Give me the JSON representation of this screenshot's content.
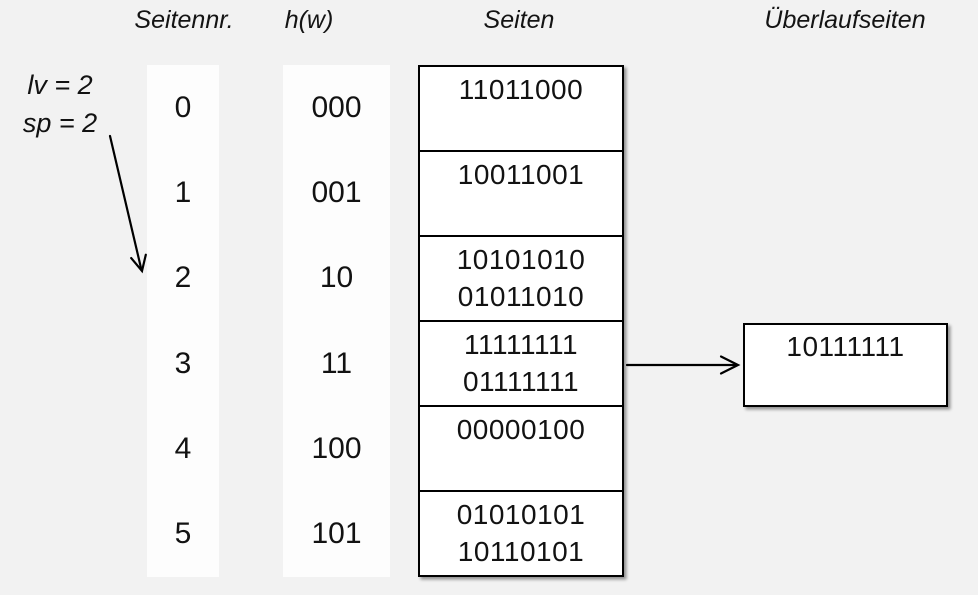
{
  "palette": {
    "background": "#f2f2f2",
    "column_background": "#fdfdfd",
    "box_background": "#ffffff",
    "line_color": "#000000",
    "text_color": "#121212"
  },
  "headers": {
    "seitennr": "Seitennr.",
    "hw": "h(w)",
    "seiten": "Seiten",
    "ueberlaufseiten": "Überlaufseiten"
  },
  "annotation": {
    "line1": "lv = 2",
    "line2": "sp = 2"
  },
  "rows": [
    {
      "nr": "0",
      "hash": "000",
      "entries": [
        "11011000"
      ]
    },
    {
      "nr": "1",
      "hash": "001",
      "entries": [
        "10011001"
      ]
    },
    {
      "nr": "2",
      "hash": "10",
      "entries": [
        "10101010",
        "01011010"
      ]
    },
    {
      "nr": "3",
      "hash": "11",
      "entries": [
        "11111111",
        "01111111"
      ]
    },
    {
      "nr": "4",
      "hash": "100",
      "entries": [
        "00000100"
      ]
    },
    {
      "nr": "5",
      "hash": "101",
      "entries": [
        "01010101",
        "10110101"
      ]
    }
  ],
  "overflow": {
    "entries": [
      "10111111"
    ]
  }
}
